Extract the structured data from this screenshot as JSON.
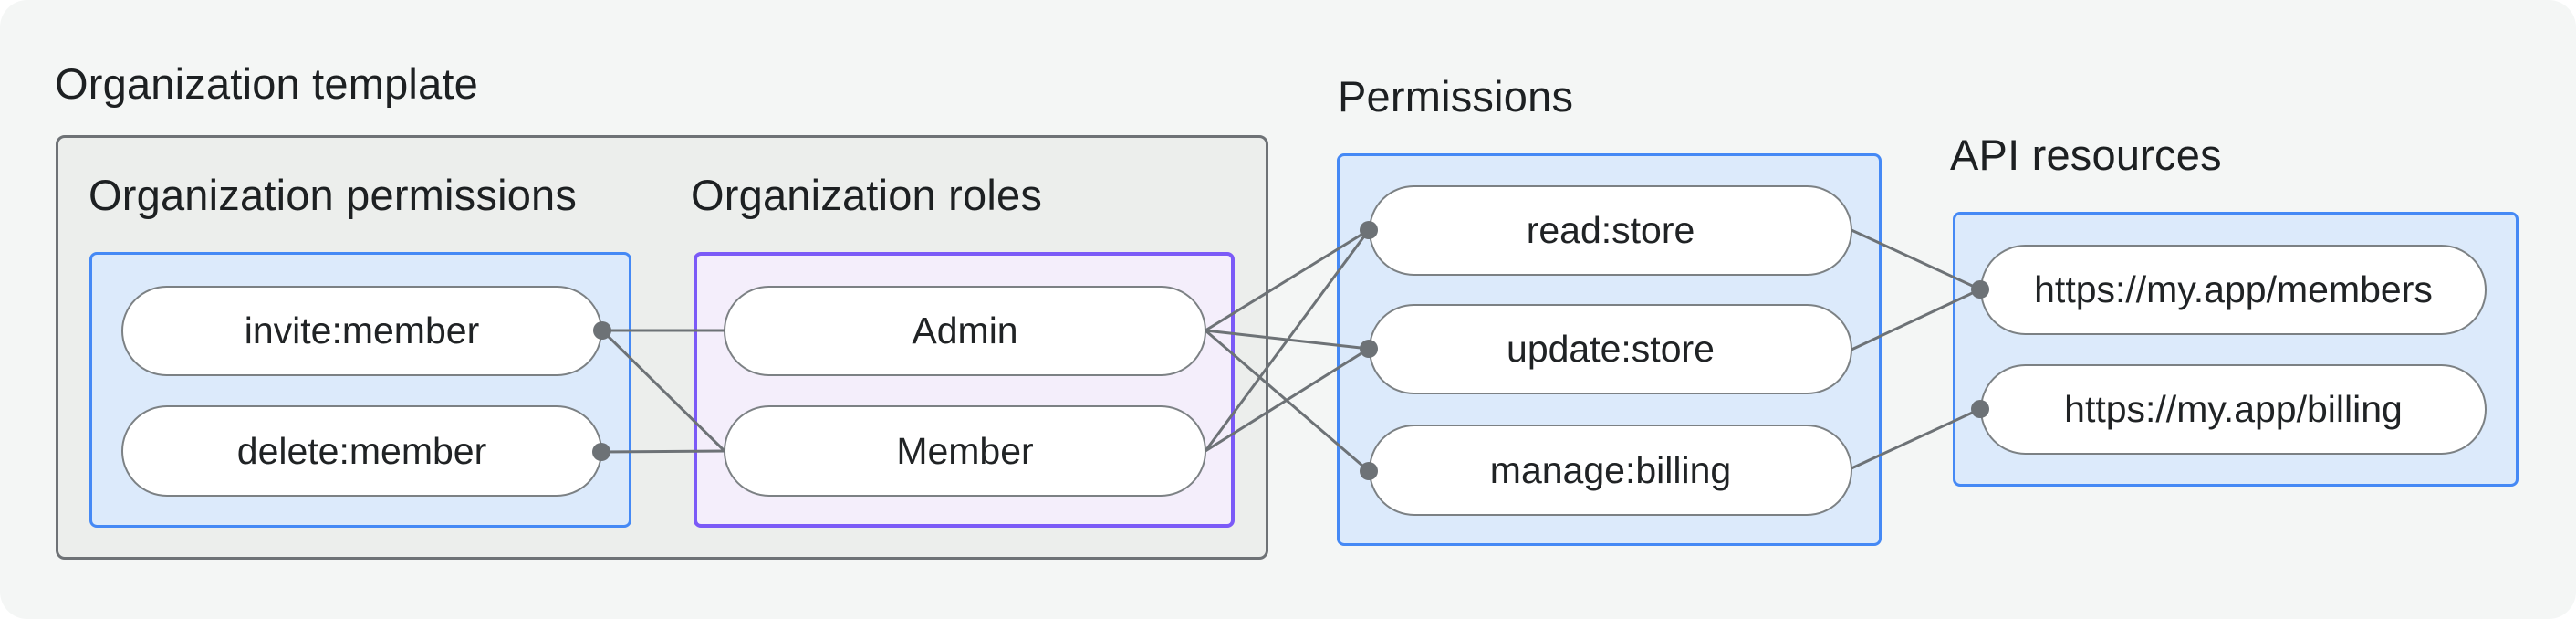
{
  "title": "Organization template",
  "colors": {
    "canvas_bg": "#f4f6f5",
    "container_fill": "#eceeec",
    "container_border": "#6e7276",
    "blue_fill": "#dceafb",
    "blue_border": "#4589f5",
    "purple_fill": "#f4eefb",
    "purple_border": "#7b5af7",
    "pill_fill": "#ffffff",
    "pill_border": "#7c8184",
    "connector": "#6d7276",
    "text": "#1d2022"
  },
  "groups": {
    "org_permissions": {
      "label": "Organization permissions",
      "nodes": [
        "invite:member",
        "delete:member"
      ]
    },
    "org_roles": {
      "label": "Organization roles",
      "nodes": [
        "Admin",
        "Member"
      ]
    },
    "permissions": {
      "label": "Permissions",
      "nodes": [
        "read:store",
        "update:store",
        "manage:billing"
      ]
    },
    "api_resources": {
      "label": "API resources",
      "nodes": [
        "https://my.app/members",
        "https://my.app/billing"
      ]
    }
  },
  "edges": [
    [
      "invite:member",
      "Admin"
    ],
    [
      "invite:member",
      "Member"
    ],
    [
      "delete:member",
      "Member"
    ],
    [
      "Admin",
      "read:store"
    ],
    [
      "Admin",
      "update:store"
    ],
    [
      "Admin",
      "manage:billing"
    ],
    [
      "Member",
      "read:store"
    ],
    [
      "Member",
      "update:store"
    ],
    [
      "read:store",
      "https://my.app/members"
    ],
    [
      "update:store",
      "https://my.app/members"
    ],
    [
      "manage:billing",
      "https://my.app/billing"
    ]
  ]
}
